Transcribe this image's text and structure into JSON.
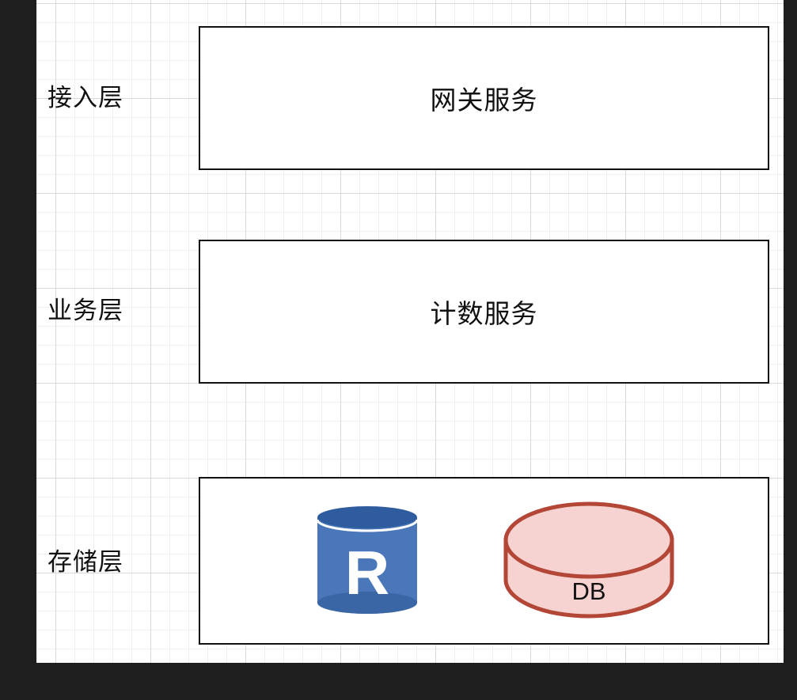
{
  "layers": {
    "access": {
      "label": "接入层",
      "service": "网关服务"
    },
    "business": {
      "label": "业务层",
      "service": "计数服务"
    },
    "storage": {
      "label": "存储层",
      "redis_letter": "R",
      "db_label": "DB"
    }
  },
  "colors": {
    "redis_blue": "#4a77b9",
    "redis_blue_top": "#2f5c9e",
    "db_fill": "#f6d3d0",
    "db_stroke": "#b34636",
    "grid_major": "#d9d9d9",
    "grid_minor": "#efefef"
  },
  "icons": {
    "cache": "redis-cylinder-icon",
    "database": "database-disk-icon"
  }
}
